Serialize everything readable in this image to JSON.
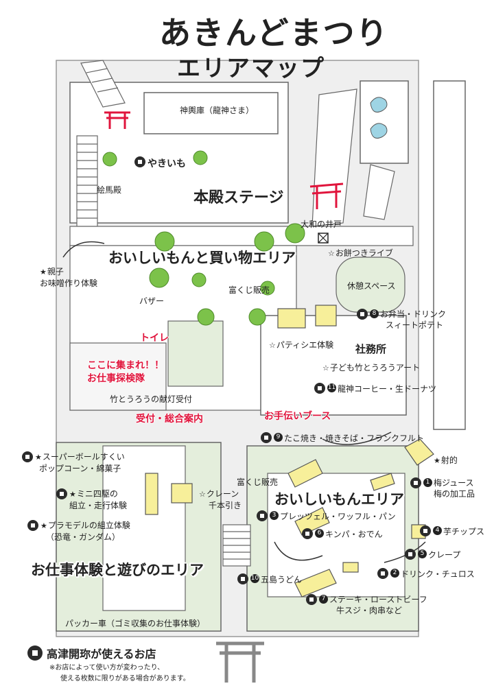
{
  "title": {
    "line1": "あきんどまつり",
    "line2": "エリアマップ"
  },
  "areas": {
    "honden_stage": "本殿ステージ",
    "oishii_shopping": "おいしいもんと買い物エリア",
    "oishii": "おいしいもんエリア",
    "oshigoto_asobi": "お仕事体験と遊びのエリア",
    "shamusho": "社務所",
    "otetsudai_booth": "お手伝いブース"
  },
  "landmarks": {
    "mikoshigura": "神輿庫（龍神さま）",
    "emaden": "絵馬殿",
    "yamato_well": "大和の井戸",
    "toilet": "トイレ",
    "meeting_line1": "ここに集まれ！！",
    "meeting_line2": "お仕事探検隊",
    "reception": "受付・総合案内",
    "lantern_reception": "竹とうろうの献灯受付",
    "bazaar": "バザー",
    "fukuji_1": "富くじ販売",
    "fukuji_2": "富くじ販売",
    "rest_space": "休憩スペース",
    "packer_line": "パッカー車（ゴミ収集のお仕事体験）"
  },
  "stalls": {
    "yakiimo": "やきいも",
    "oyako_miso_1": "親子",
    "oyako_miso_2": "お味噌作り体験",
    "omochi": "お餅つきライブ",
    "bento_1": "お弁当・ドリンク",
    "bento_2": "スィートポテト",
    "patissier": "パティシエ体験",
    "take_art": "子ども竹とうろうアート",
    "ryujin_coffee": "龍神コーヒー・生ドーナツ",
    "takoyaki": "たこ焼き・焼きそば・フランクフルト",
    "superball_1": "スーパーボールすくい",
    "superball_2": "ポップコーン・綿菓子",
    "yonku_1": "ミニ四駆の",
    "yonku_2": "組立・走行体験",
    "plamodel_1": "プラモデルの組立体験",
    "plamodel_2": "（恐竜・ガンダム）",
    "crane_1": "クレーン",
    "crane_2": "千本引き",
    "shateki": "射的",
    "ume_1": "梅ジュース",
    "ume_2": "梅の加工品",
    "pretzel": "プレッツェル・ワッフル・パン",
    "imo_chips": "芋チップス",
    "kimpa": "キンパ・おでん",
    "crepe": "クレープ",
    "drink_churros": "ドリンク・チュロス",
    "goto_udon": "五島うどん",
    "steak_1": "ステーキ・ローストビーフ",
    "steak_2": "牛スジ・肉串など"
  },
  "numbers": {
    "n1": "1",
    "n2": "2",
    "n3": "3",
    "n4": "4",
    "n5": "5",
    "n6": "6",
    "n7": "7",
    "n8": "8",
    "n9": "9",
    "n10": "10",
    "n11": "11"
  },
  "legend": {
    "label": "高津開珎が使えるお店",
    "note_1": "※お店によって使い方が変わったり、",
    "note_2": "使える枚数に限りがある場合があります。"
  },
  "colors": {
    "road": "#e9e9e9",
    "building": "#ffffff",
    "green_area": "#e4eedc",
    "outline": "#555555",
    "stall_yellow": "#f7ef9a",
    "accent_red": "#e0143c",
    "torii_red": "#e0143c",
    "pond": "#9ed4e4",
    "tree": "#7cc24a"
  }
}
